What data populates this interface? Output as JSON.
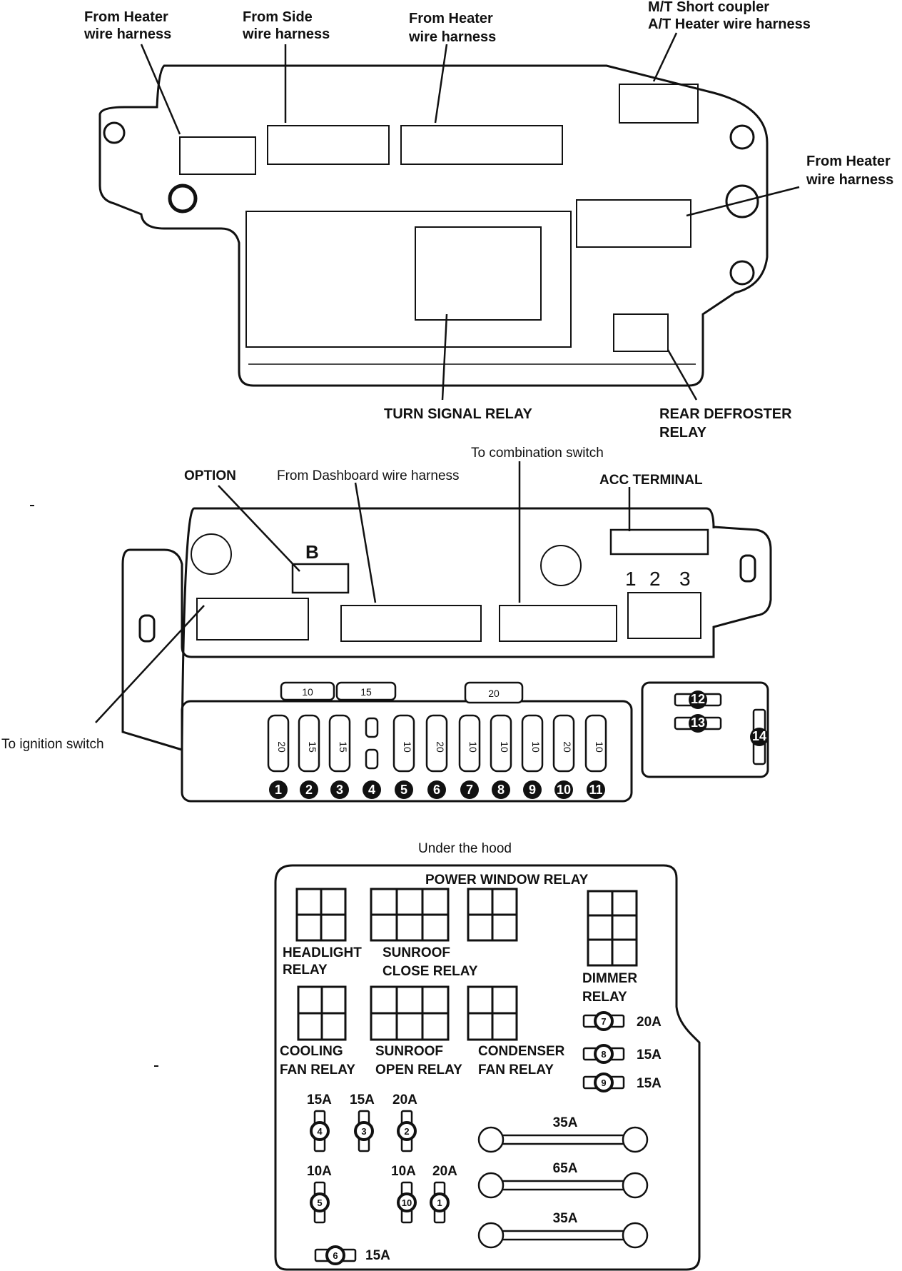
{
  "top_panel": {
    "labels": {
      "heater_harness_left": [
        "From Heater",
        "wire harness"
      ],
      "side_harness": [
        "From Side",
        "wire harness"
      ],
      "heater_harness_mid": [
        "From Heater",
        "wire harness"
      ],
      "mt_short_coupler": [
        "M/T Short coupler",
        "A/T Heater wire harness"
      ],
      "heater_harness_right": [
        "From Heater",
        "wire harness"
      ],
      "turn_signal_relay": "TURN SIGNAL RELAY",
      "rear_defroster_relay": [
        "REAR DEFROSTER",
        "RELAY"
      ]
    }
  },
  "middle_panel": {
    "labels": {
      "option": "OPTION",
      "option_connector": "B",
      "dashboard_harness": "From Dashboard wire harness",
      "combination_switch": "To combination switch",
      "acc_terminal": "ACC TERMINAL",
      "ignition_switch": "To ignition switch"
    },
    "acc_terminal_numbers": [
      "1",
      "2",
      "3"
    ],
    "top_fuses": [
      "10",
      "15",
      "20"
    ],
    "fuse_ratings": [
      "20",
      "15",
      "15",
      "",
      "10",
      "20",
      "10",
      "10",
      "10",
      "20",
      "10"
    ],
    "fuse_numbers": [
      "1",
      "2",
      "3",
      "4",
      "5",
      "6",
      "7",
      "8",
      "9",
      "10",
      "11"
    ],
    "side_fuse_numbers": [
      "12",
      "13",
      "14"
    ]
  },
  "under_hood": {
    "title": "Under the hood",
    "relays": {
      "power_window": "POWER WINDOW RELAY",
      "headlight": [
        "HEADLIGHT",
        "RELAY"
      ],
      "sunroof_close": [
        "SUNROOF",
        "CLOSE RELAY"
      ],
      "dimmer": [
        "DIMMER",
        "RELAY"
      ],
      "cooling_fan": [
        "COOLING",
        "FAN RELAY"
      ],
      "sunroof_open": [
        "SUNROOF",
        "OPEN RELAY"
      ],
      "condenser_fan": [
        "CONDENSER",
        "FAN RELAY"
      ]
    },
    "fuses": [
      {
        "num": "7",
        "rating": "20A"
      },
      {
        "num": "8",
        "rating": "15A"
      },
      {
        "num": "9",
        "rating": "15A"
      },
      {
        "num": "4",
        "rating": "15A"
      },
      {
        "num": "3",
        "rating": "15A"
      },
      {
        "num": "2",
        "rating": "20A"
      },
      {
        "num": "5",
        "rating": "10A"
      },
      {
        "num": "10",
        "rating": "10A"
      },
      {
        "num": "1",
        "rating": "20A"
      },
      {
        "num": "6",
        "rating": "15A"
      }
    ],
    "fusible_links": [
      "35A",
      "65A",
      "35A"
    ]
  }
}
